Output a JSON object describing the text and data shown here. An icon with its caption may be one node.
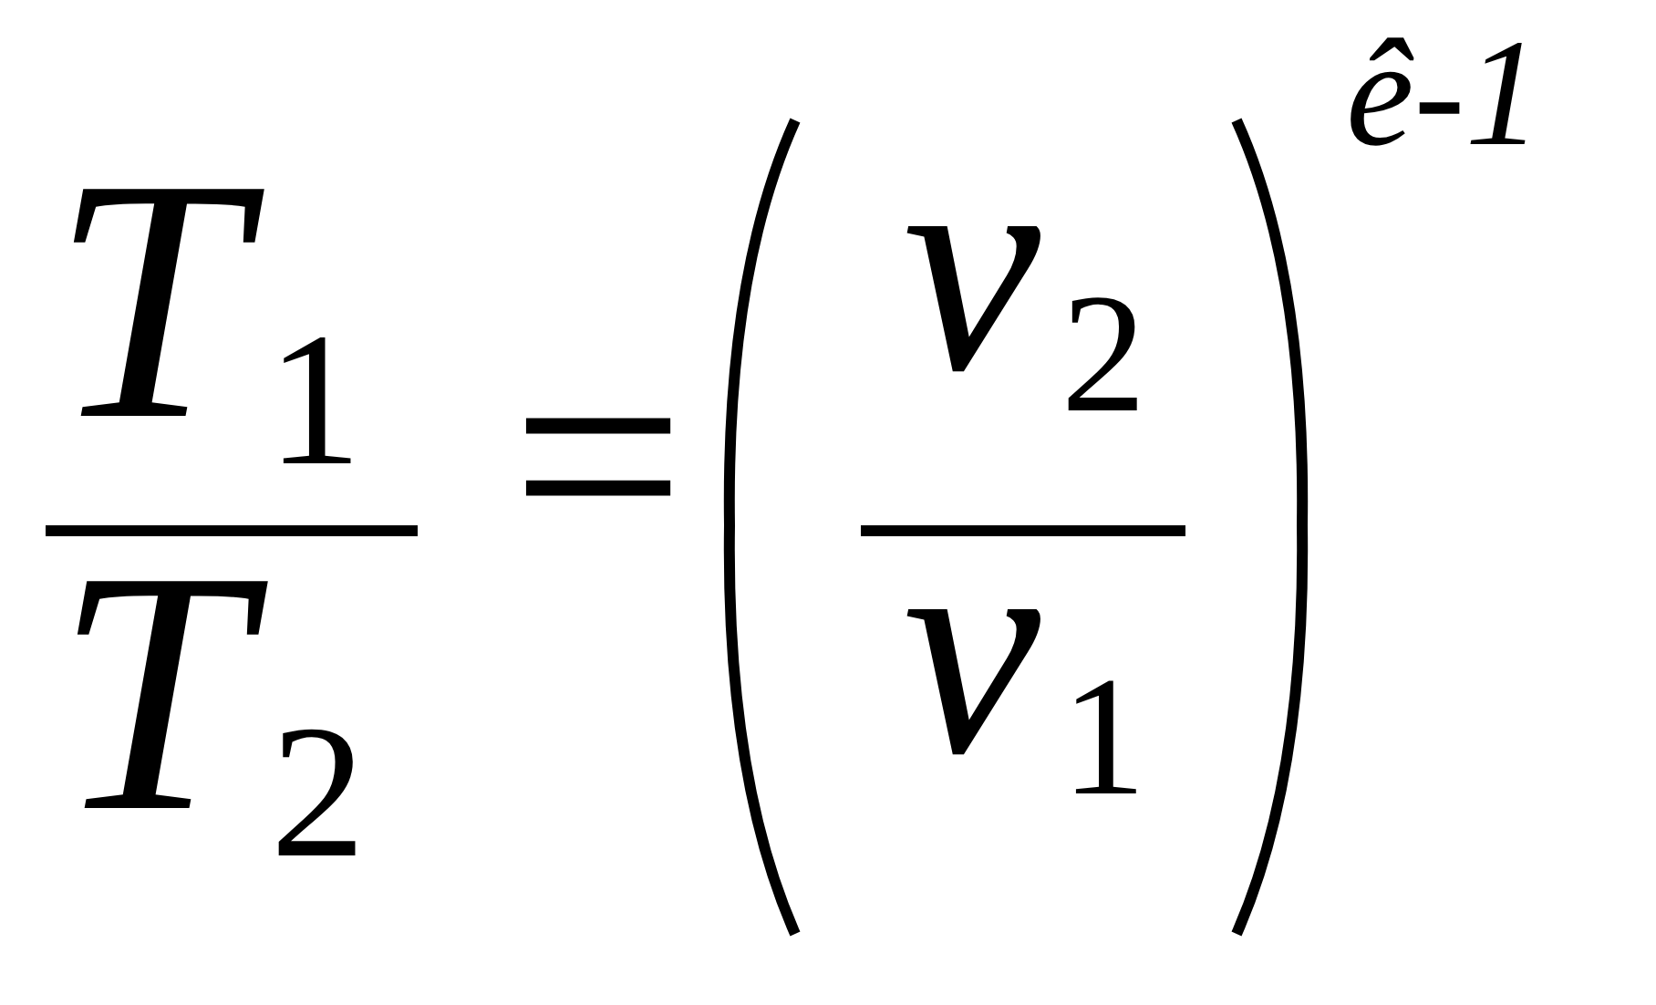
{
  "diagram": {
    "labels": [
      "T$_{1}$",
      "T$_{2}$",
      "=",
      "v$_{2}$",
      "v$_{1}$",
      "ê-1"
    ]
  }
}
